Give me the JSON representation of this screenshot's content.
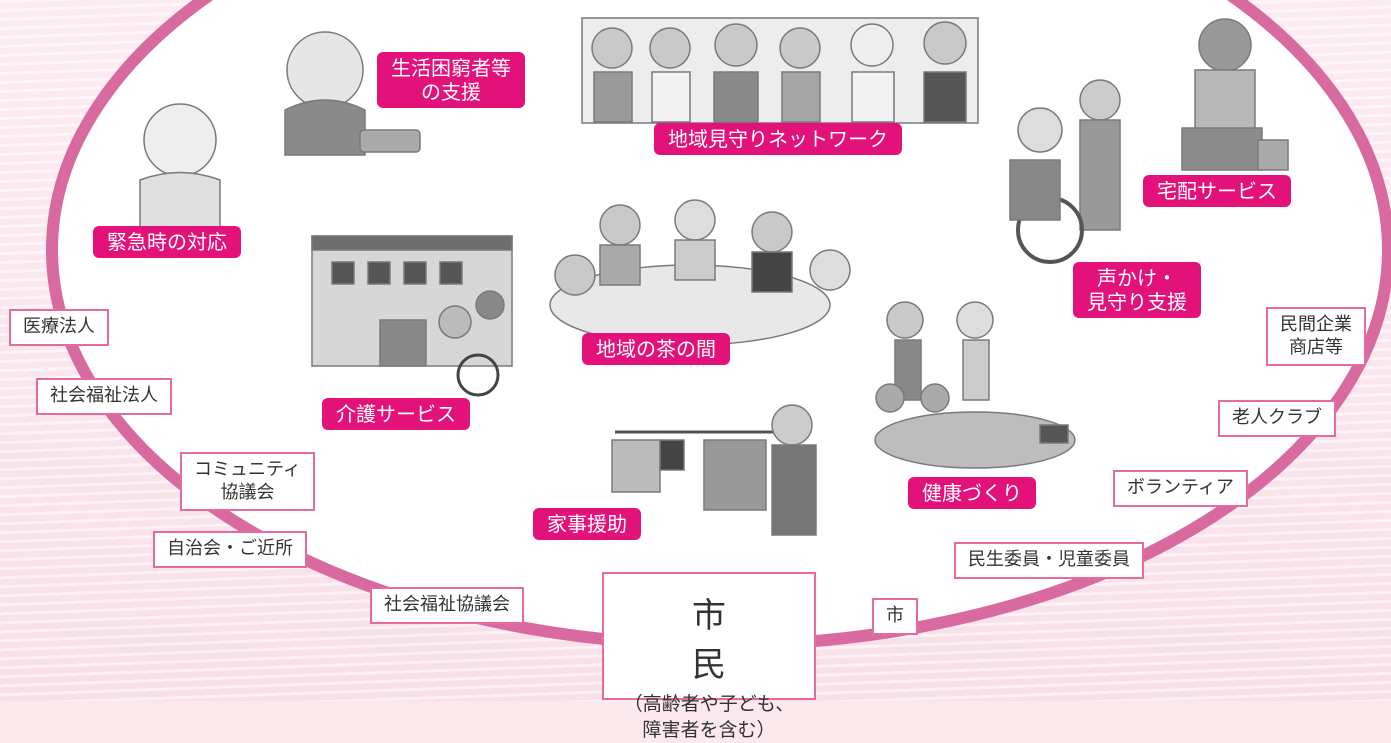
{
  "ring_color": "#d86aa0",
  "accent_color": "#e3117a",
  "pink_labels": {
    "needy": "生活困窮者等\nの支援",
    "network": "地域見守りネットワーク",
    "delivery": "宅配サービス",
    "emergency": "緊急時の対応",
    "care": "介護サービス",
    "tea": "地域の茶の間",
    "watch": "声かけ・\n見守り支援",
    "housework": "家事援助",
    "health": "健康づくり"
  },
  "white_labels": {
    "medical": "医療法人",
    "welfare_corp": "社会福祉法人",
    "community": "コミュニティ\n協議会",
    "neighborhood": "自治会・ご近所",
    "welfare_council": "社会福祉協議会",
    "city": "市",
    "commissioners": "民生委員・児童委員",
    "volunteer": "ボランティア",
    "elder_club": "老人クラブ",
    "business": "民間企業\n商店等"
  },
  "center": {
    "title": "市　民",
    "subtitle": "（高齢者や子ども、\n障害者を含む）"
  }
}
